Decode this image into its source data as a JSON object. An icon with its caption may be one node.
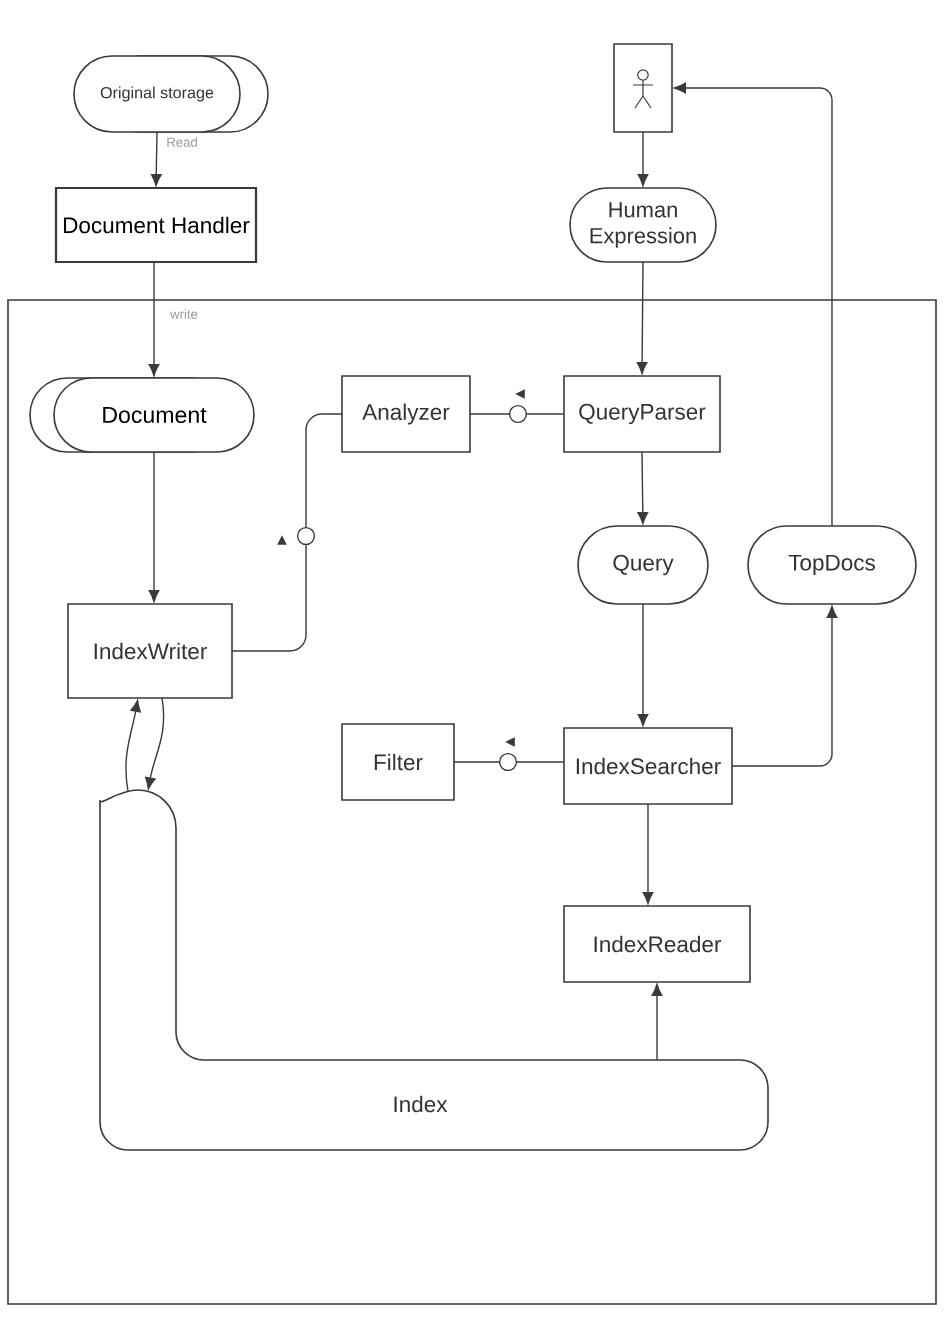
{
  "diagram": {
    "nodes": [
      {
        "text": [
          "Original storage"
        ]
      },
      {
        "text": [],
        "shape": "person"
      },
      {
        "text": [
          "Document Handler"
        ]
      },
      {
        "text": [
          "Human Expression"
        ]
      },
      {
        "text": [],
        "shape": "box"
      },
      {
        "text": [
          "Document"
        ],
        "in": 4
      },
      {
        "text": [
          "Analyzer"
        ],
        "in": 4
      },
      {
        "text": [
          "QueryParser"
        ],
        "in": 4
      },
      {
        "text": [
          "Query"
        ],
        "in": 4
      },
      {
        "text": [
          "TopDocs"
        ],
        "in": 4
      },
      {
        "text": [
          "IndexWriter"
        ],
        "in": 4
      },
      {
        "text": [
          "Filter"
        ],
        "in": 4
      },
      {
        "text": [
          "IndexSearcher"
        ],
        "in": 4
      },
      {
        "text": [
          "IndexReader"
        ],
        "in": 4
      },
      {
        "text": [
          "Index"
        ],
        "in": 4
      }
    ],
    "edges": [
      {
        "from": 0,
        "to": 2,
        "arrow": "to",
        "label": "Read"
      },
      {
        "from": 2,
        "to": 5,
        "arrow": "to",
        "label": "write"
      },
      {
        "from": 1,
        "to": 3,
        "arrow": "to"
      },
      {
        "from": 3,
        "to": 7,
        "arrow": "to"
      },
      {
        "from": 5,
        "to": 10,
        "arrow": "to"
      },
      {
        "from": 10,
        "to": 6,
        "arrow": "none"
      },
      {
        "from": 6,
        "to": 7,
        "arrow": "none"
      },
      {
        "from": 7,
        "to": 8,
        "arrow": "to"
      },
      {
        "from": 8,
        "to": 12,
        "arrow": "to"
      },
      {
        "from": 11,
        "to": 12,
        "arrow": "none"
      },
      {
        "from": 12,
        "to": 9,
        "arrow": "to"
      },
      {
        "from": 9,
        "to": 1,
        "arrow": "to"
      },
      {
        "from": 12,
        "to": 13,
        "arrow": "to"
      },
      {
        "from": 14,
        "to": 13,
        "arrow": "to"
      },
      {
        "from": 14,
        "to": 10,
        "arrow": "to"
      },
      {
        "from": 10,
        "to": 14,
        "arrow": "to"
      }
    ]
  }
}
